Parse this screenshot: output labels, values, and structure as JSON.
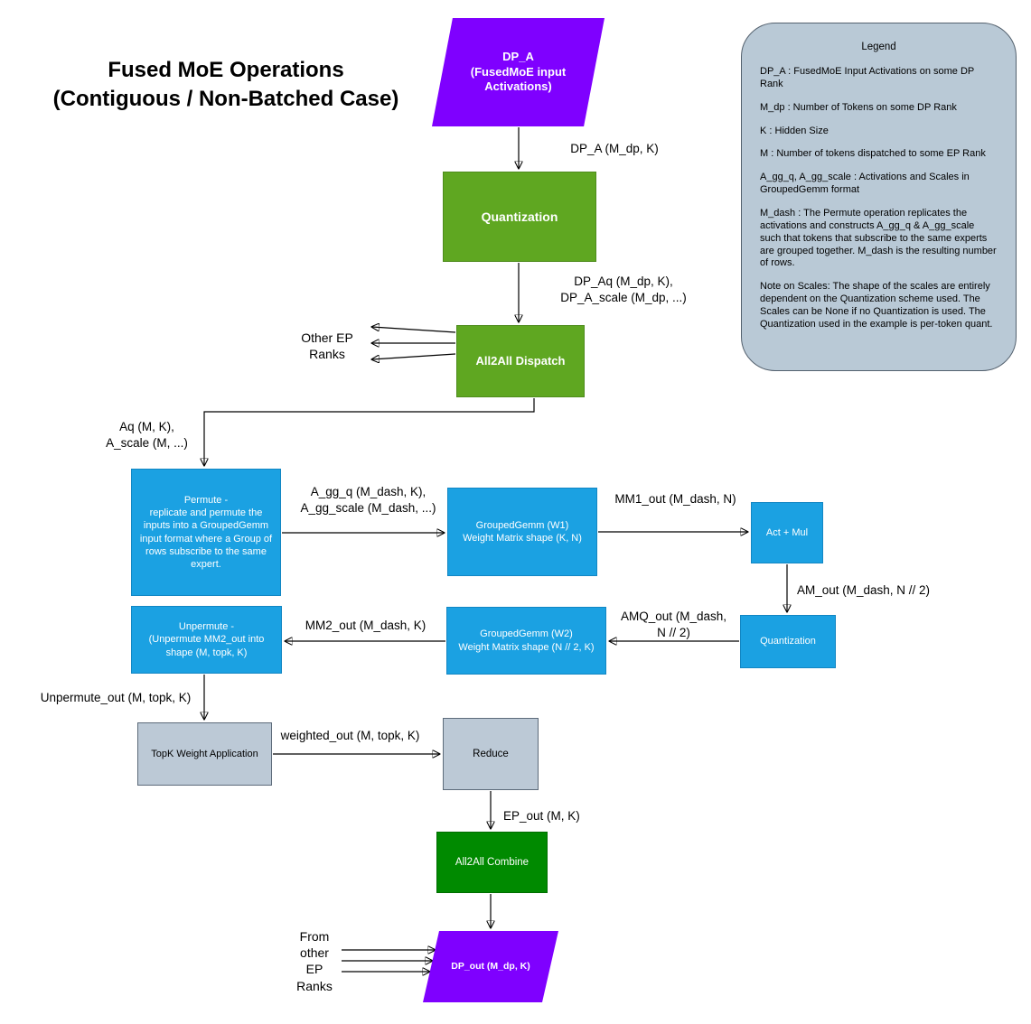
{
  "title": "Fused MoE Operations\n(Contiguous / Non-Batched Case)",
  "nodes": {
    "dp_a": {
      "label": "DP_A\n(FusedMoE input\nActivations)"
    },
    "quantization1": {
      "label": "Quantization"
    },
    "all2all_dispatch": {
      "label": "All2All Dispatch"
    },
    "permute": {
      "label": "Permute -\nreplicate and permute the\ninputs into a GroupedGemm\ninput format where a Group of\nrows subscribe to the same\nexpert."
    },
    "grouped_gemm_w1": {
      "label": "GroupedGemm (W1)\nWeight Matrix shape (K, N)"
    },
    "act_mul": {
      "label": "Act + Mul"
    },
    "quantization2": {
      "label": "Quantization"
    },
    "grouped_gemm_w2": {
      "label": "GroupedGemm (W2)\nWeight Matrix shape (N // 2, K)"
    },
    "unpermute": {
      "label": "Unpermute -\n(Unpermute MM2_out  into\nshape (M, topk, K)"
    },
    "topk_weight_application": {
      "label": "TopK Weight Application"
    },
    "reduce": {
      "label": "Reduce"
    },
    "all2all_combine": {
      "label": "All2All Combine"
    },
    "dp_out": {
      "label": "DP_out (M_dp, K)"
    }
  },
  "edge_labels": {
    "dp_a_to_quant": "DP_A (M_dp, K)",
    "quant_to_dispatch": "DP_Aq (M_dp, K),\nDP_A_scale (M_dp, ...)",
    "other_ep_ranks": "Other EP\nRanks",
    "dispatch_to_permute": "Aq (M, K),\nA_scale (M, ...)",
    "permute_to_gg1": "A_gg_q (M_dash, K),\nA_gg_scale (M_dash, ...)",
    "gg1_to_actmul": "MM1_out (M_dash, N)",
    "actmul_to_quant2": "AM_out (M_dash, N // 2)",
    "quant2_to_gg2": "AMQ_out (M_dash,\nN // 2)",
    "gg2_to_unpermute": "MM2_out (M_dash, K)",
    "unpermute_to_topk": "Unpermute_out (M, topk, K)",
    "topk_to_reduce": "weighted_out (M, topk, K)",
    "reduce_to_combine": "EP_out (M, K)",
    "from_other_ep_ranks": "From\nother\nEP\nRanks"
  },
  "legend": {
    "title": "Legend",
    "items": [
      "DP_A : FusedMoE Input Activations on some DP Rank",
      "M_dp : Number of Tokens on some DP Rank",
      "K : Hidden Size",
      "M : Number of tokens dispatched to some EP Rank",
      "A_gg_q, A_gg_scale : Activations and Scales in GroupedGemm format",
      "M_dash : The Permute operation replicates the activations and constructs A_gg_q & A_gg_scale such that tokens that subscribe to the same experts are grouped together. M_dash is the resulting number of rows.",
      "Note on Scales: The shape of the scales are entirely dependent on the Quantization scheme used. The Scales can be None if no Quantization is used. The Quantization used in the example is per-token quant."
    ]
  },
  "colors": {
    "purple": "#7F00FF",
    "green": "#5FA721",
    "blue": "#1BA1E2",
    "box_gray": "#BCC9D6",
    "dark_green": "#008A00",
    "legend_bg": "#B9C9D6",
    "arrow": "#000000"
  }
}
